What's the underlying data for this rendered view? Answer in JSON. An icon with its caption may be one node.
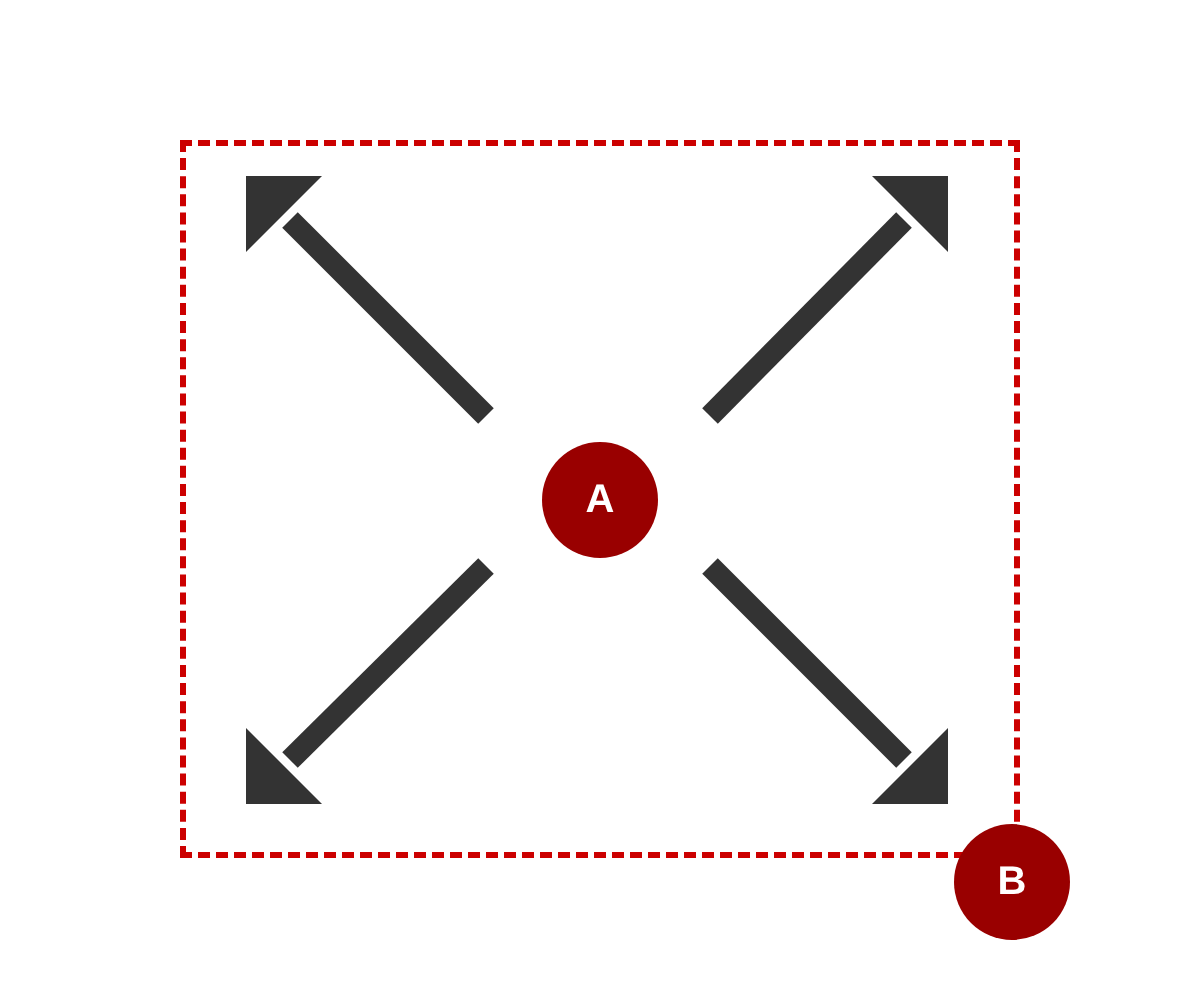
{
  "diagram": {
    "nodes": [
      {
        "text": [],
        "shape": "box"
      },
      {
        "text": [
          "A"
        ],
        "in": 0
      },
      {
        "text": [
          "B"
        ]
      }
    ]
  }
}
